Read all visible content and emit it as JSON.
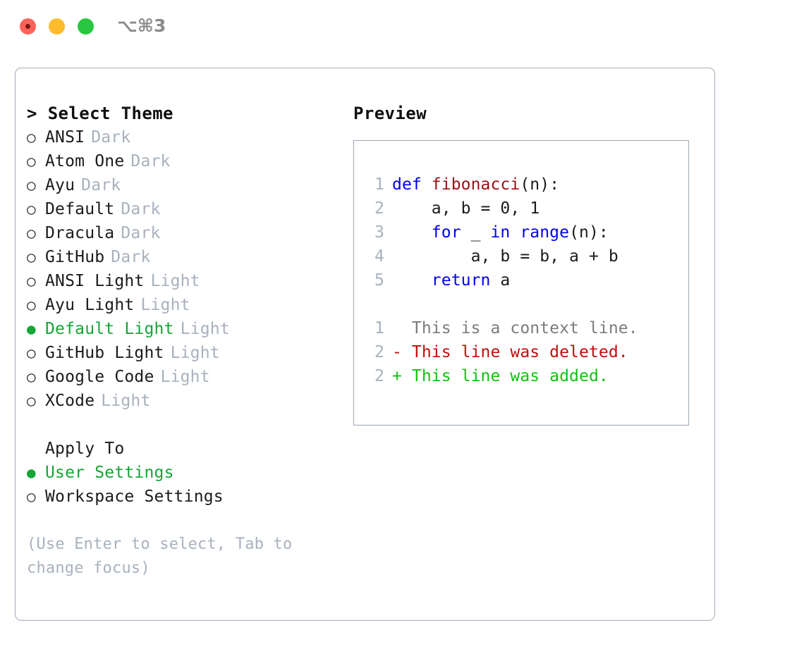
{
  "window": {
    "title_shortcut": "⌥⌘3",
    "traffic_lights": [
      {
        "name": "close",
        "color": "#ff6259"
      },
      {
        "name": "minimize",
        "color": "#fdbc2c"
      },
      {
        "name": "maximize",
        "color": "#28c73f"
      }
    ]
  },
  "theme_picker": {
    "header": "> Select Theme",
    "marker_selected": "●",
    "marker_unselected": "○",
    "accent_color": "#16a637",
    "tag_color": "#a8b1bd",
    "items": [
      {
        "label": "ANSI",
        "tag": "Dark",
        "selected": false
      },
      {
        "label": "Atom One",
        "tag": "Dark",
        "selected": false
      },
      {
        "label": "Ayu",
        "tag": "Dark",
        "selected": false
      },
      {
        "label": "Default",
        "tag": "Dark",
        "selected": false
      },
      {
        "label": "Dracula",
        "tag": "Dark",
        "selected": false
      },
      {
        "label": "GitHub",
        "tag": "Dark",
        "selected": false
      },
      {
        "label": "ANSI Light",
        "tag": "Light",
        "selected": false
      },
      {
        "label": "Ayu Light",
        "tag": "Light",
        "selected": false
      },
      {
        "label": "Default Light",
        "tag": "Light",
        "selected": true
      },
      {
        "label": "GitHub Light",
        "tag": "Light",
        "selected": false
      },
      {
        "label": "Google Code",
        "tag": "Light",
        "selected": false
      },
      {
        "label": "XCode",
        "tag": "Light",
        "selected": false
      }
    ]
  },
  "apply_to": {
    "title": "Apply To",
    "items": [
      {
        "label": "User Settings",
        "selected": true
      },
      {
        "label": "Workspace Settings",
        "selected": false
      }
    ]
  },
  "hint": "(Use Enter to select, Tab to change focus)",
  "preview": {
    "header": "Preview",
    "code_lines": [
      {
        "no": "1",
        "tokens": [
          {
            "t": "def ",
            "k": "kw"
          },
          {
            "t": "fibonacci",
            "k": "fn"
          },
          {
            "t": "(n):",
            "k": "plain"
          }
        ]
      },
      {
        "no": "2",
        "tokens": [
          {
            "t": "    a, b = 0, 1",
            "k": "plain"
          }
        ]
      },
      {
        "no": "3",
        "tokens": [
          {
            "t": "    ",
            "k": "plain"
          },
          {
            "t": "for",
            "k": "kw"
          },
          {
            "t": " _ ",
            "k": "plain"
          },
          {
            "t": "in",
            "k": "kw"
          },
          {
            "t": " ",
            "k": "plain"
          },
          {
            "t": "range",
            "k": "kw"
          },
          {
            "t": "(n):",
            "k": "plain"
          }
        ]
      },
      {
        "no": "4",
        "tokens": [
          {
            "t": "        a, b = b, a + b",
            "k": "plain"
          }
        ]
      },
      {
        "no": "5",
        "tokens": [
          {
            "t": "    ",
            "k": "plain"
          },
          {
            "t": "return",
            "k": "kw"
          },
          {
            "t": " a",
            "k": "plain"
          }
        ]
      }
    ],
    "diff_lines": [
      {
        "no": "1",
        "text": "  This is a context line.",
        "kind": "ctx"
      },
      {
        "no": "2",
        "text": "- This line was deleted.",
        "kind": "del"
      },
      {
        "no": "2",
        "text": "+ This line was added.",
        "kind": "add"
      }
    ]
  }
}
